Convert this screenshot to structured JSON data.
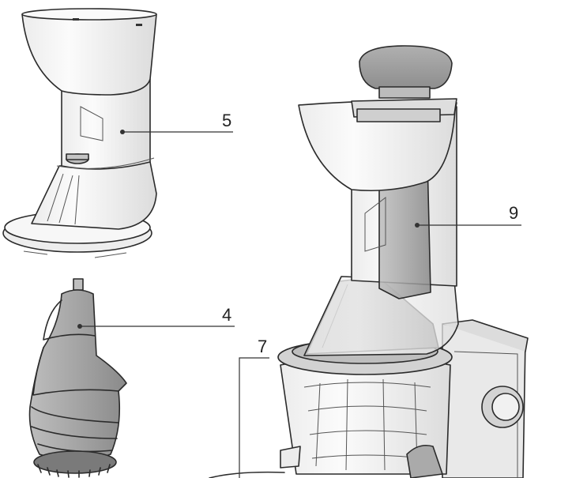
{
  "colors": {
    "outline": "#2b2b2b",
    "glass": "#f2f2f2",
    "glass_shade": "#d9d9d9",
    "grey_part": "#a9a9a9",
    "grey_dark": "#8c8c8c",
    "cap": "#9e9e9e"
  },
  "callouts": [
    {
      "id": "hopper",
      "label": "5"
    },
    {
      "id": "auger",
      "label": "4"
    },
    {
      "id": "assembled",
      "label": "9"
    },
    {
      "id": "bowl",
      "label": "7"
    }
  ]
}
